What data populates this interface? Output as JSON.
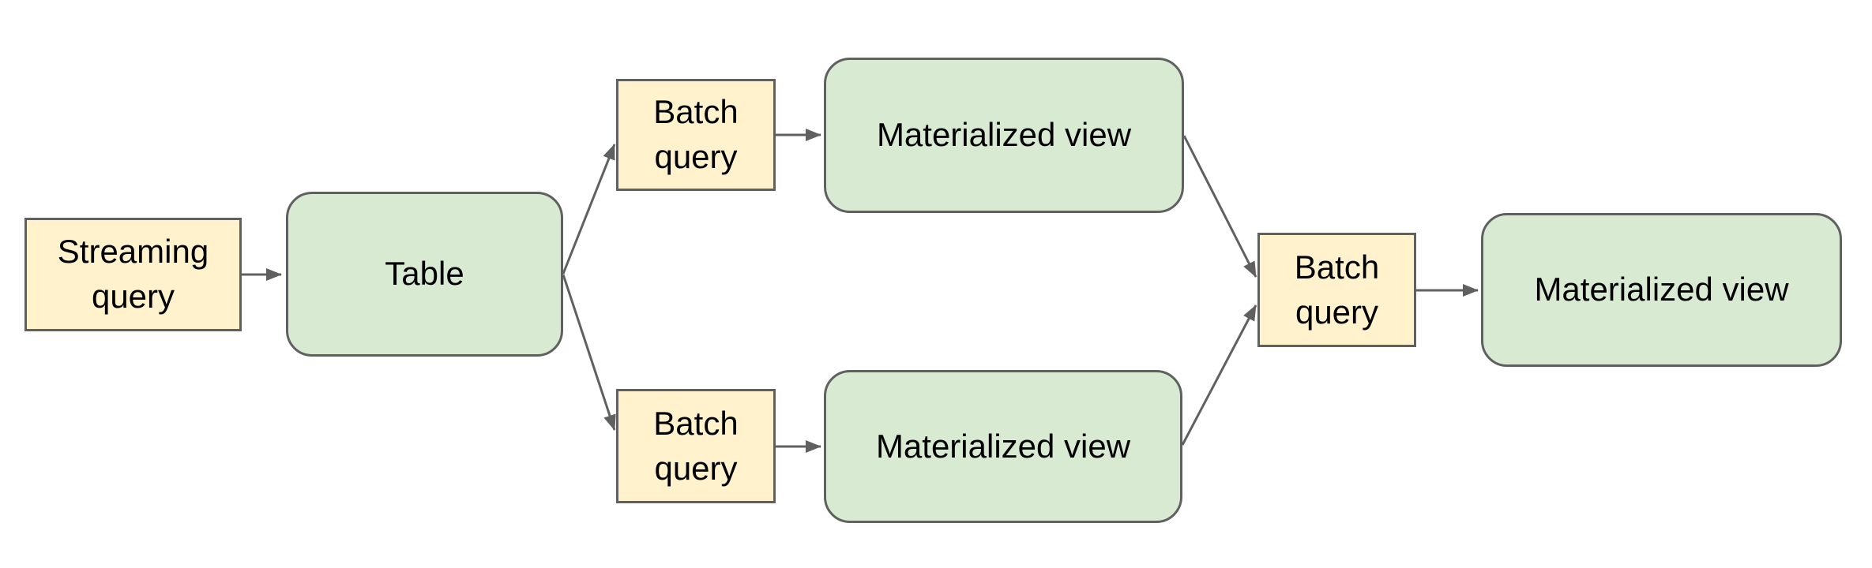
{
  "diagram": {
    "type": "flowchart",
    "background": "#ffffff",
    "nodes": [
      {
        "id": "streaming-query",
        "label": "Streaming query",
        "shape": "rectangle",
        "fill": "#fff2cc"
      },
      {
        "id": "table",
        "label": "Table",
        "shape": "rounded-rectangle",
        "fill": "#d9ead3"
      },
      {
        "id": "batch-query-top",
        "label": "Batch query",
        "shape": "rectangle",
        "fill": "#fff2cc"
      },
      {
        "id": "materialized-view-top",
        "label": "Materialized view",
        "shape": "rounded-rectangle",
        "fill": "#d9ead3"
      },
      {
        "id": "batch-query-bottom",
        "label": "Batch query",
        "shape": "rectangle",
        "fill": "#fff2cc"
      },
      {
        "id": "materialized-view-bottom",
        "label": "Materialized view",
        "shape": "rounded-rectangle",
        "fill": "#d9ead3"
      },
      {
        "id": "batch-query-right",
        "label": "Batch query",
        "shape": "rectangle",
        "fill": "#fff2cc"
      },
      {
        "id": "materialized-view-right",
        "label": "Materialized view",
        "shape": "rounded-rectangle",
        "fill": "#d9ead3"
      }
    ],
    "edges": [
      {
        "from": "streaming-query",
        "to": "table"
      },
      {
        "from": "table",
        "to": "batch-query-top"
      },
      {
        "from": "table",
        "to": "batch-query-bottom"
      },
      {
        "from": "batch-query-top",
        "to": "materialized-view-top"
      },
      {
        "from": "batch-query-bottom",
        "to": "materialized-view-bottom"
      },
      {
        "from": "materialized-view-top",
        "to": "batch-query-right"
      },
      {
        "from": "materialized-view-bottom",
        "to": "batch-query-right"
      },
      {
        "from": "batch-query-right",
        "to": "materialized-view-right"
      }
    ],
    "colors": {
      "query_fill": "#fff2cc",
      "view_fill": "#d9ead3",
      "border": "#606060",
      "arrow": "#606060",
      "text": "#000000",
      "background": "#ffffff"
    }
  }
}
